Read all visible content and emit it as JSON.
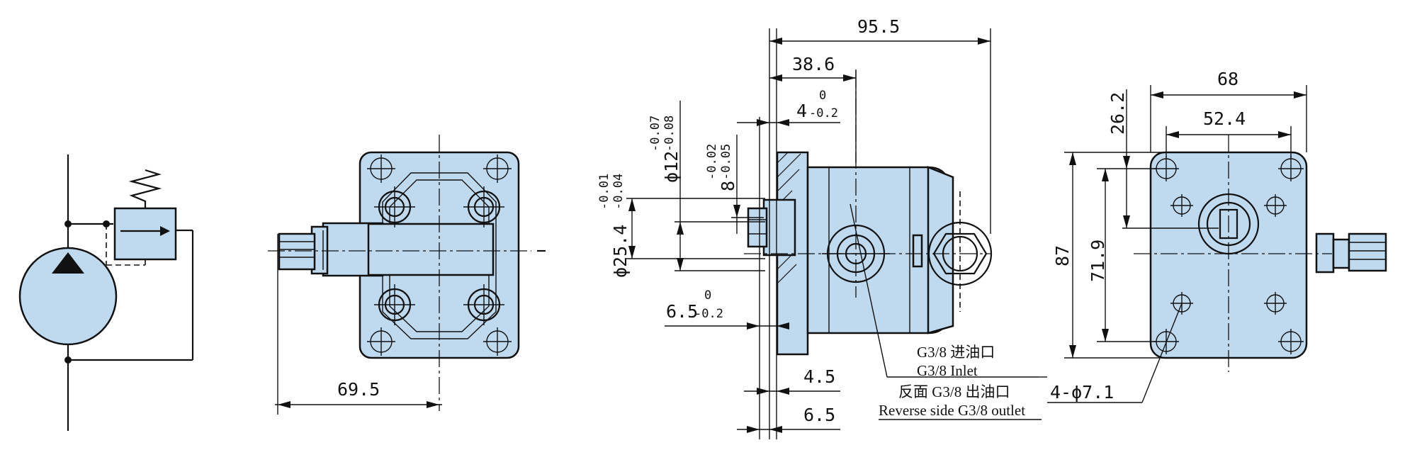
{
  "colors": {
    "body_fill": "#bfd9ee",
    "line": "#111111",
    "background": "#ffffff"
  },
  "symbol": {
    "icons": [
      "pump-circle-icon",
      "spring-icon",
      "relief-valve-icon",
      "flow-arrow-icon"
    ]
  },
  "front_view": {
    "dims": {
      "shaft_length": "69.5"
    }
  },
  "side_view": {
    "dims": {
      "overall_length": "95.5",
      "port_offset": "38.6",
      "flange_base": "4",
      "flange_tol_upper": "0",
      "flange_tol_lower": "-0.2",
      "shaft_dia_base": "ϕ12",
      "shaft_dia_tol_upper": "-0.07",
      "shaft_dia_tol_lower": "-0.08",
      "key_base": "8",
      "key_tol_upper": "-0.02",
      "key_tol_lower": "-0.05",
      "pilot_dia_base": "ϕ25.4",
      "pilot_dia_tol_upper": "-0.01",
      "pilot_dia_tol_lower": "-0.04",
      "pilot_len_base": "6.5",
      "pilot_len_tol_upper": "0",
      "pilot_len_tol_lower": "-0.2",
      "step_small": "4.5",
      "step_large": "6.5"
    },
    "callouts": {
      "inlet_cn": "G3/8 进油口",
      "inlet_en": "G3/8 Inlet",
      "outlet_cn": "反面 G3/8 出油口",
      "outlet_en": "Reverse side G3/8 outlet"
    }
  },
  "end_view": {
    "dims": {
      "width": "68",
      "hole_spacing_x": "52.4",
      "top_offset": "26.2",
      "height": "87",
      "hole_spacing_y": "71.9",
      "holes": "4-ϕ7.1"
    }
  }
}
